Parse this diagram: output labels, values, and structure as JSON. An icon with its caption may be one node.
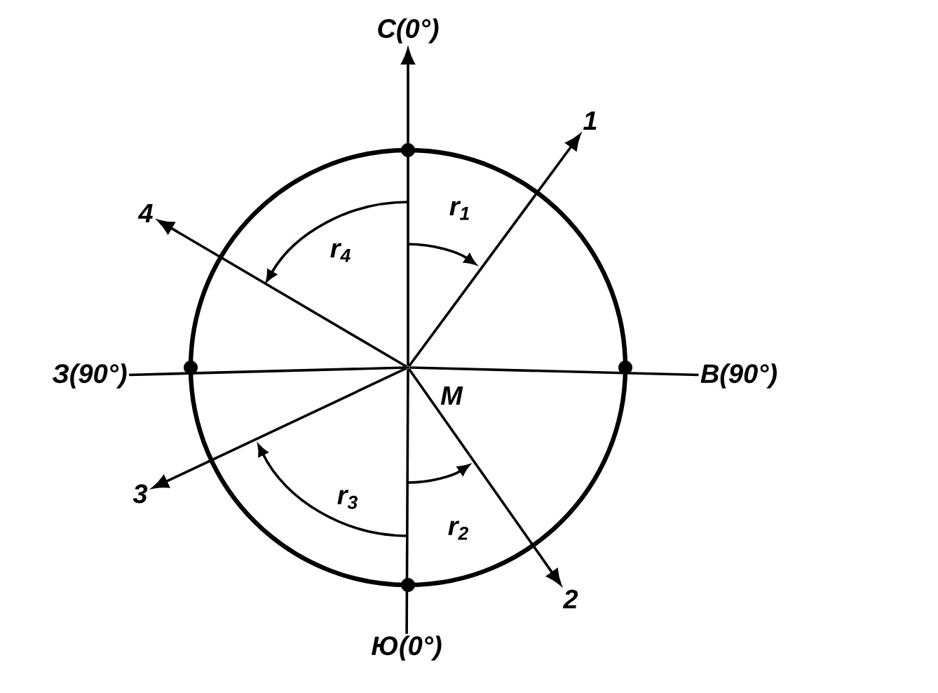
{
  "diagram": {
    "nodes": [
      {
        "text": [],
        "shape": "point"
      },
      {
        "text": [
          "С(0°)"
        ]
      },
      {
        "text": [
          "1"
        ]
      },
      {
        "text": [
          "В(90°)"
        ]
      },
      {
        "text": [
          "2"
        ]
      },
      {
        "text": [
          "Ю(0°)"
        ]
      },
      {
        "text": [
          "3"
        ]
      },
      {
        "text": [
          "З(90°)"
        ]
      },
      {
        "text": [
          "4"
        ]
      }
    ],
    "edges": [
      {
        "from": 0,
        "to": 1,
        "arrow": "to"
      },
      {
        "from": 0,
        "to": 2,
        "arrow": "to"
      },
      {
        "from": 0,
        "to": 3,
        "arrow": "none"
      },
      {
        "from": 0,
        "to": 4,
        "arrow": "to"
      },
      {
        "from": 0,
        "to": 5,
        "arrow": "none"
      },
      {
        "from": 0,
        "to": 6,
        "arrow": "to"
      },
      {
        "from": 0,
        "to": 7,
        "arrow": "none"
      },
      {
        "from": 0,
        "to": 8,
        "arrow": "to"
      }
    ],
    "labels": [
      "r$_{1}$",
      "r$_{4}$",
      "М",
      "r$_{3}$",
      "r$_{2}$"
    ]
  }
}
